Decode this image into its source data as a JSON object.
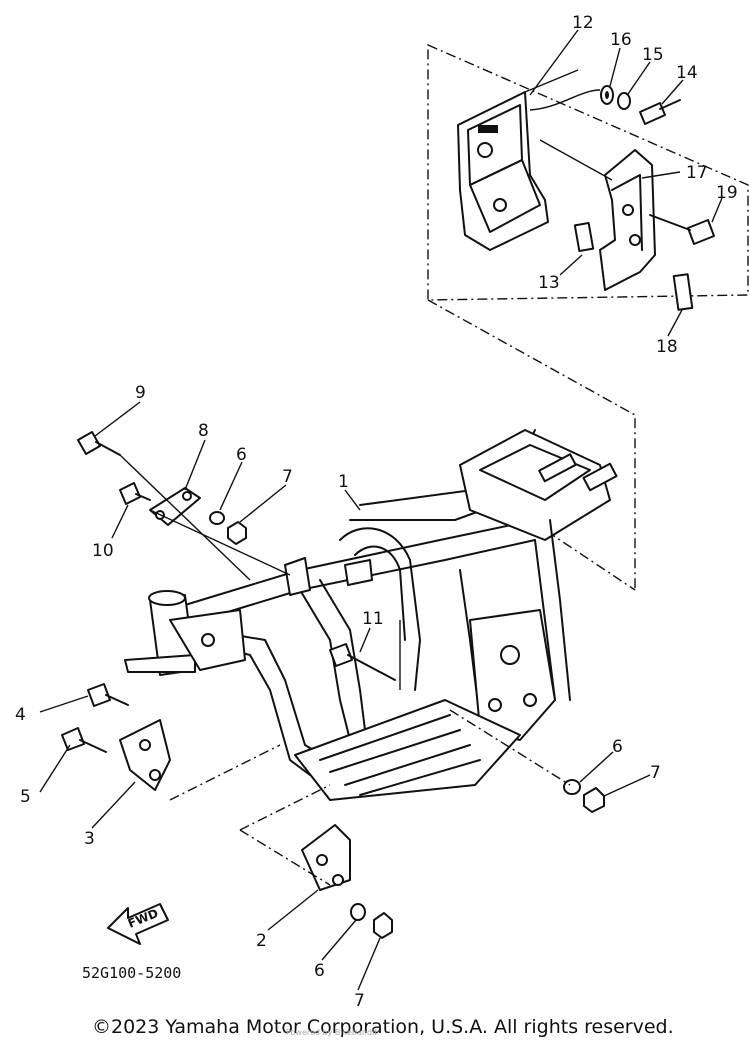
{
  "diagram": {
    "callouts": {
      "c1": "1",
      "c2": "2",
      "c3": "3",
      "c4": "4",
      "c5": "5",
      "c6a": "6",
      "c6b": "6",
      "c6c": "6",
      "c7a": "7",
      "c7b": "7",
      "c7c": "7",
      "c8": "8",
      "c9": "9",
      "c10": "10",
      "c11": "11",
      "c12": "12",
      "c13": "13",
      "c14": "14",
      "c15": "15",
      "c16": "16",
      "c17": "17",
      "c18": "18",
      "c19": "19"
    },
    "fwd_label": "FWD",
    "drawing_code": "52G100-5200"
  },
  "footer": {
    "copyright": "©2023 Yamaha Motor Corporation, U.S.A. All rights reserved.",
    "watermark": "Powered by Bikebandit"
  }
}
